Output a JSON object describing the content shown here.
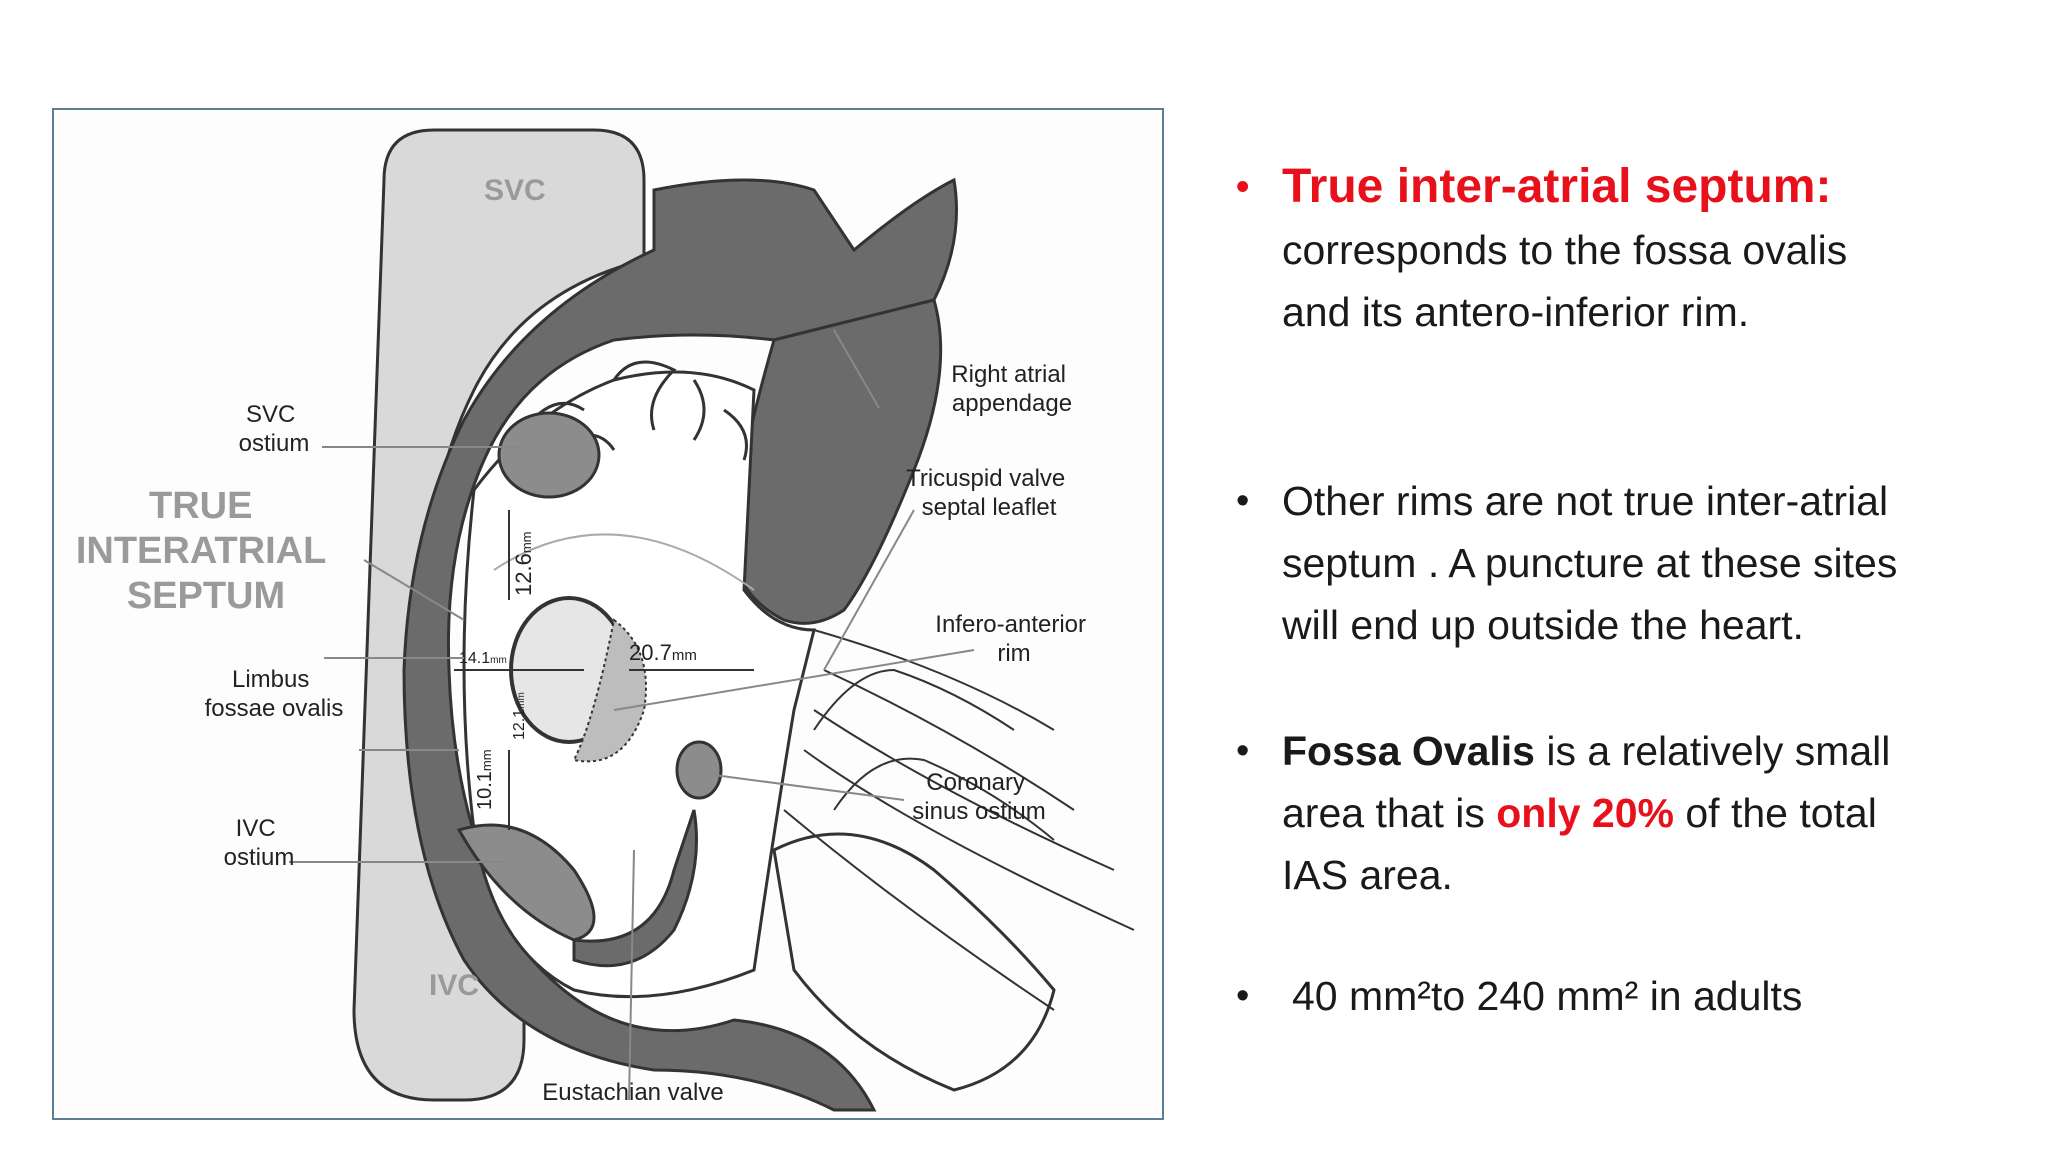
{
  "figure": {
    "labels": {
      "svc": "SVC",
      "ivc": "IVC",
      "svc_ostium_1": "SVC",
      "svc_ostium_2": "ostium",
      "true_ias_1": "TRUE",
      "true_ias_2": "INTERATRIAL",
      "true_ias_3": "SEPTUM",
      "limbus_1": "Limbus",
      "limbus_2": "fossae ovalis",
      "ivc_ostium_1": "IVC",
      "ivc_ostium_2": "ostium",
      "raa_1": "Right atrial",
      "raa_2": "appendage",
      "tv_1": "Tricuspid valve",
      "tv_2": "septal leaflet",
      "infero_1": "Infero-anterior",
      "infero_2": "rim",
      "cs_1": "Coronary",
      "cs_2": "sinus ostium",
      "eustachian": "Eustachian valve"
    },
    "measurements": {
      "m1_num": "12.6",
      "m1_unit": "mm",
      "m2_num": "20.7",
      "m2_unit": "mm",
      "m3_num": "14.1",
      "m3_unit": "mm",
      "m4_num": "12.1",
      "m4_unit": "mm",
      "m5_num": "10.1",
      "m5_unit": "mm"
    }
  },
  "bullets": {
    "dot": "•",
    "b1_head": "True inter-atrial septum:",
    "b1_line1": "corresponds to the fossa ovalis",
    "b1_line2": "and its antero-inferior rim.",
    "b2_line1": "Other rims are not true inter-atrial",
    "b2_line2": "septum . A puncture at these sites",
    "b2_line3": "will end up outside the heart.",
    "b3_bold": "Fossa Ovalis",
    "b3_part1": " is a relatively small",
    "b3_part2": "area that is ",
    "b3_red": "only 20%",
    "b3_part3": " of the total",
    "b3_line3": "IAS area.",
    "b4_text": "40 mm²to 240 mm² in adults"
  },
  "colors": {
    "accent_red": "#e8111b",
    "dark_tissue": "#6b6b6b",
    "light_tissue": "#d9d9d9",
    "mid_tissue": "#8c8c8c",
    "frame_border": "#5d7f94"
  }
}
